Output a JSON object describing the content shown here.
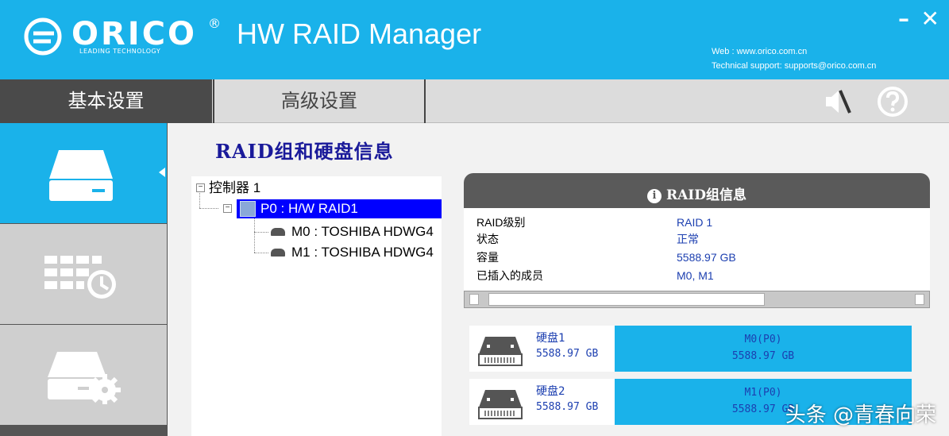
{
  "header": {
    "brand": "ORICO",
    "registered": "®",
    "tagline": "LEADING TECHNOLOGY",
    "app_title": "HW RAID Manager",
    "web": "Web : www.orico.com.cn",
    "support": "Technical support: supports@orico.com.cn",
    "minimize": "–",
    "close": "✕"
  },
  "tabs": [
    {
      "label": "基本设置",
      "active": true
    },
    {
      "label": "高级设置",
      "active": false
    }
  ],
  "toolbar_icons": [
    "mute-icon",
    "help-icon"
  ],
  "sidebar": {
    "items": [
      {
        "icon": "drive-icon",
        "active": true
      },
      {
        "icon": "schedule-icon",
        "active": false
      },
      {
        "icon": "drive-settings-icon",
        "active": false
      }
    ]
  },
  "main": {
    "title": "RAID组和硬盘信息",
    "tree": {
      "root": "控制器 1",
      "group": "P0 : H/W RAID1",
      "members": [
        "M0 : TOSHIBA HDWG4",
        "M1 : TOSHIBA HDWG4"
      ]
    },
    "raid_info": {
      "title": "RAID组信息",
      "rows": [
        {
          "label": "RAID级别",
          "value": "RAID 1"
        },
        {
          "label": "状态",
          "value": "正常"
        },
        {
          "label": "容量",
          "value": "5588.97 GB"
        },
        {
          "label": "已插入的成员",
          "value": "M0, M1"
        }
      ]
    },
    "disks": [
      {
        "name": "硬盘1",
        "size": "5588.97 GB",
        "slot": "M0(P0)",
        "slot_size": "5588.97 GB"
      },
      {
        "name": "硬盘2",
        "size": "5588.97 GB",
        "slot": "M1(P0)",
        "slot_size": "5588.97 GB"
      }
    ]
  },
  "watermark": "头条 @青春向荣",
  "colors": {
    "accent": "#1ab2ea",
    "dark_tab": "#4a4a4a",
    "title_blue": "#1a1a9a",
    "value_blue": "#1c3fb0",
    "tree_selection": "#0000ff"
  }
}
